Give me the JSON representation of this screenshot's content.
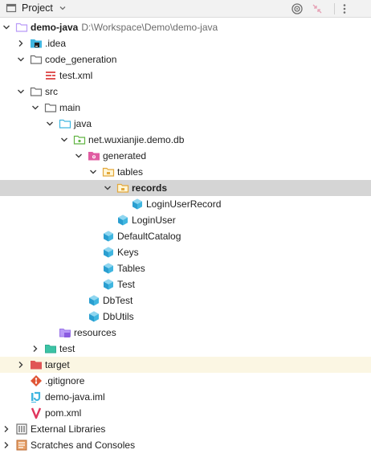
{
  "header": {
    "title": "Project",
    "icons": [
      "project-view-icon",
      "dropdown-caret-icon",
      "locate-icon",
      "collapse-all-icon",
      "more-options-icon"
    ]
  },
  "colors": {
    "folder": "#6e6e6e",
    "module": "#b99bf8",
    "source": "#40b6e0",
    "java_class": "#40b6e0",
    "package": "#62b543",
    "generated": "#e05ca2",
    "excluded": "#e05555",
    "selected_row": "#d5d5d5",
    "excluded_row": "#fbf6e3"
  },
  "tree": {
    "items": [
      {
        "label": "demo-java",
        "path": "D:\\Workspace\\Demo\\demo-java",
        "icon": "module-folder-icon",
        "depth": 0,
        "arrow": "down",
        "bold": true
      },
      {
        "label": ".idea",
        "icon": "idea-folder-icon",
        "depth": 1,
        "arrow": "right"
      },
      {
        "label": "code_generation",
        "icon": "folder-icon",
        "depth": 1,
        "arrow": "down"
      },
      {
        "label": "test.xml",
        "icon": "xml-file-icon",
        "depth": 2,
        "arrow": "none"
      },
      {
        "label": "src",
        "icon": "folder-icon",
        "depth": 1,
        "arrow": "down"
      },
      {
        "label": "main",
        "icon": "folder-icon",
        "depth": 2,
        "arrow": "down"
      },
      {
        "label": "java",
        "icon": "source-folder-icon",
        "depth": 3,
        "arrow": "down"
      },
      {
        "label": "net.wuxianjie.demo.db",
        "icon": "package-icon",
        "depth": 4,
        "arrow": "down"
      },
      {
        "label": "generated",
        "icon": "generated-folder-icon",
        "depth": 5,
        "arrow": "down"
      },
      {
        "label": "tables",
        "icon": "package-folder-icon",
        "depth": 6,
        "arrow": "down"
      },
      {
        "label": "records",
        "icon": "package-folder-icon",
        "depth": 7,
        "arrow": "down",
        "selected": true,
        "bold": true
      },
      {
        "label": "LoginUserRecord",
        "icon": "java-class-icon",
        "depth": 8,
        "arrow": "none"
      },
      {
        "label": "LoginUser",
        "icon": "java-class-icon",
        "depth": 7,
        "arrow": "none"
      },
      {
        "label": "DefaultCatalog",
        "icon": "java-class-icon",
        "depth": 6,
        "arrow": "none"
      },
      {
        "label": "Keys",
        "icon": "java-class-icon",
        "depth": 6,
        "arrow": "none"
      },
      {
        "label": "Tables",
        "icon": "java-class-icon",
        "depth": 6,
        "arrow": "none"
      },
      {
        "label": "Test",
        "icon": "java-class-icon",
        "depth": 6,
        "arrow": "none"
      },
      {
        "label": "DbTest",
        "icon": "java-class-icon",
        "depth": 5,
        "arrow": "none"
      },
      {
        "label": "DbUtils",
        "icon": "java-class-icon",
        "depth": 5,
        "arrow": "none"
      },
      {
        "label": "resources",
        "icon": "resources-folder-icon",
        "depth": 3,
        "arrow": "none"
      },
      {
        "label": "test",
        "icon": "test-folder-icon",
        "depth": 2,
        "arrow": "right"
      },
      {
        "label": "target",
        "icon": "excluded-folder-icon",
        "depth": 1,
        "arrow": "right",
        "excluded": true
      },
      {
        "label": ".gitignore",
        "icon": "gitignore-file-icon",
        "depth": 1,
        "arrow": "none"
      },
      {
        "label": "demo-java.iml",
        "icon": "iml-file-icon",
        "depth": 1,
        "arrow": "none"
      },
      {
        "label": "pom.xml",
        "icon": "maven-file-icon",
        "depth": 1,
        "arrow": "none"
      },
      {
        "label": "External Libraries",
        "icon": "libraries-icon",
        "depth": 0,
        "arrow": "right"
      },
      {
        "label": "Scratches and Consoles",
        "icon": "scratches-icon",
        "depth": 0,
        "arrow": "right"
      }
    ]
  }
}
